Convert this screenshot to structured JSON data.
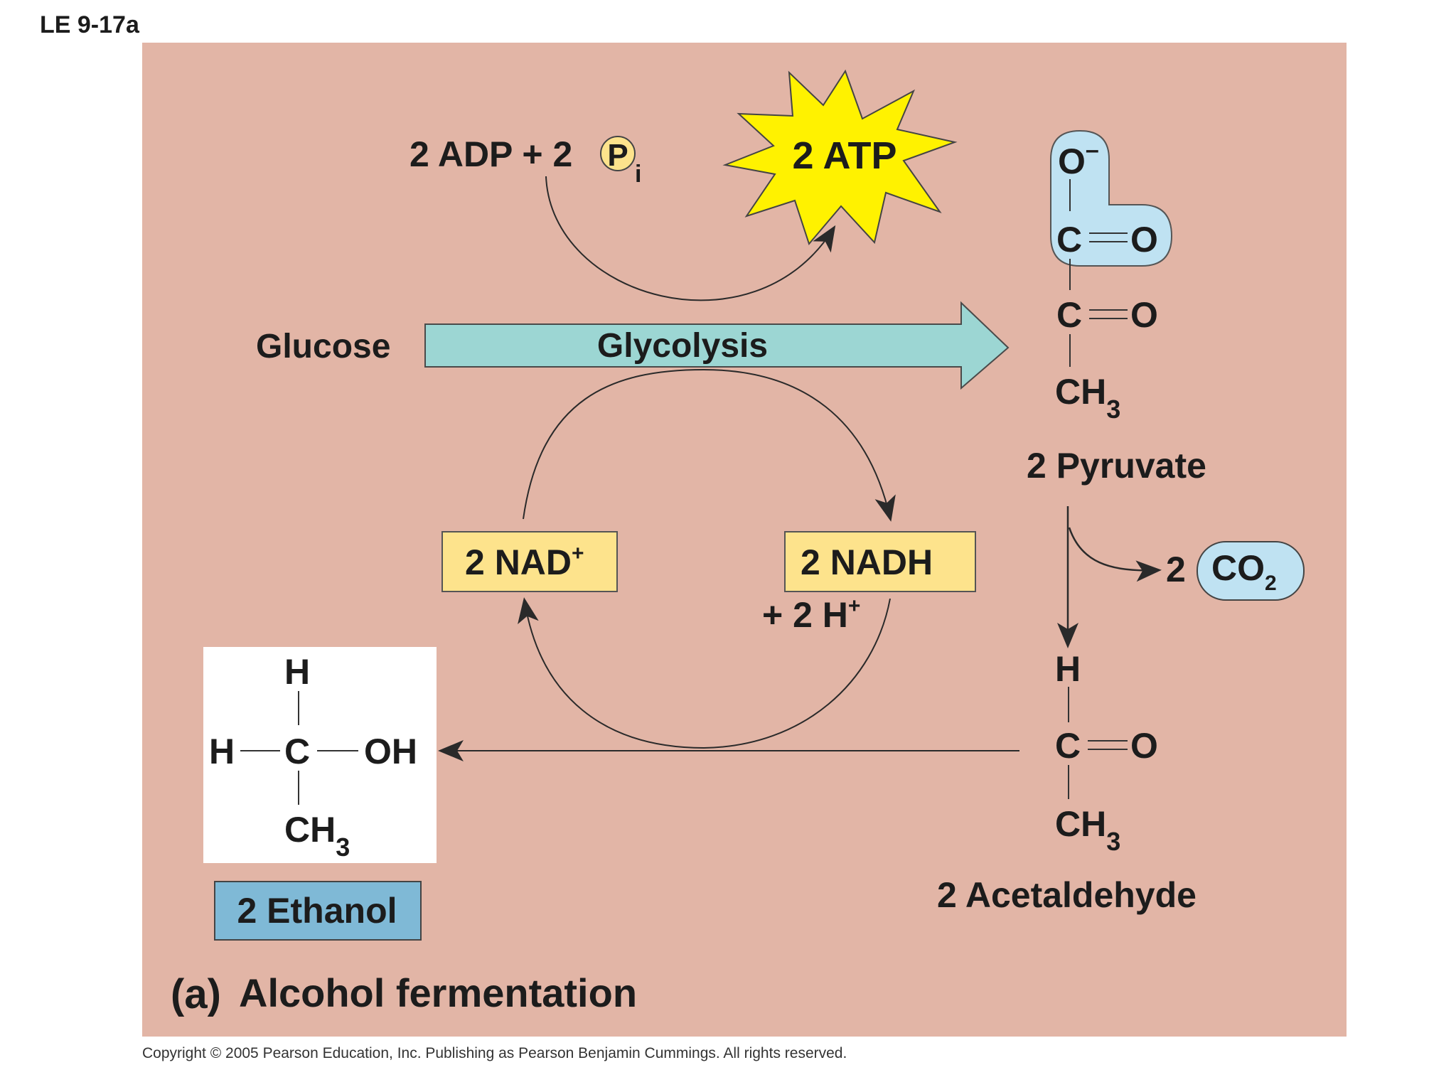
{
  "figure_label": "LE 9-17a",
  "colors": {
    "panel": "#e2b5a6",
    "glycolysis_arrow": "#9cd6d3",
    "atp_burst": "#fff200",
    "nad_box": "#fde38c",
    "co2_box": "#bfe2f2",
    "carboxyl_highlight": "#bfe2f2",
    "ethanol_box": "#7fb9d6",
    "ethanol_structure_bg": "#ffffff"
  },
  "glucose": "Glucose",
  "glycolysis": "Glycolysis",
  "adp": {
    "prefix": "2 ADP + 2",
    "p": "P",
    "sub": "i"
  },
  "atp": "2 ATP",
  "pyruvate": {
    "o_minus": {
      "base": "O",
      "sup": "–"
    },
    "c1": "C",
    "o1": "O",
    "c2": "C",
    "o2": "O",
    "ch3": {
      "base": "CH",
      "sub": "3"
    },
    "label": "2 Pyruvate"
  },
  "co2": {
    "coef": "2",
    "base": "CO",
    "sub": "2"
  },
  "nad": {
    "base": "2 NAD",
    "sup": "+"
  },
  "nadh": "2 NADH",
  "h_plus": {
    "base": "+ 2 H",
    "sup": "+"
  },
  "acetaldehyde": {
    "h": "H",
    "c": "C",
    "o": "O",
    "ch3": {
      "base": "CH",
      "sub": "3"
    },
    "label": "2 Acetaldehyde"
  },
  "ethanol": {
    "h_top": "H",
    "h_left": "H",
    "c": "C",
    "oh": "OH",
    "ch3": {
      "base": "CH",
      "sub": "3"
    },
    "label": "2 Ethanol"
  },
  "caption": {
    "letter": "(a)",
    "title": "Alcohol fermentation"
  },
  "copyright": "Copyright © 2005 Pearson Education, Inc. Publishing as Pearson Benjamin Cummings. All rights reserved."
}
